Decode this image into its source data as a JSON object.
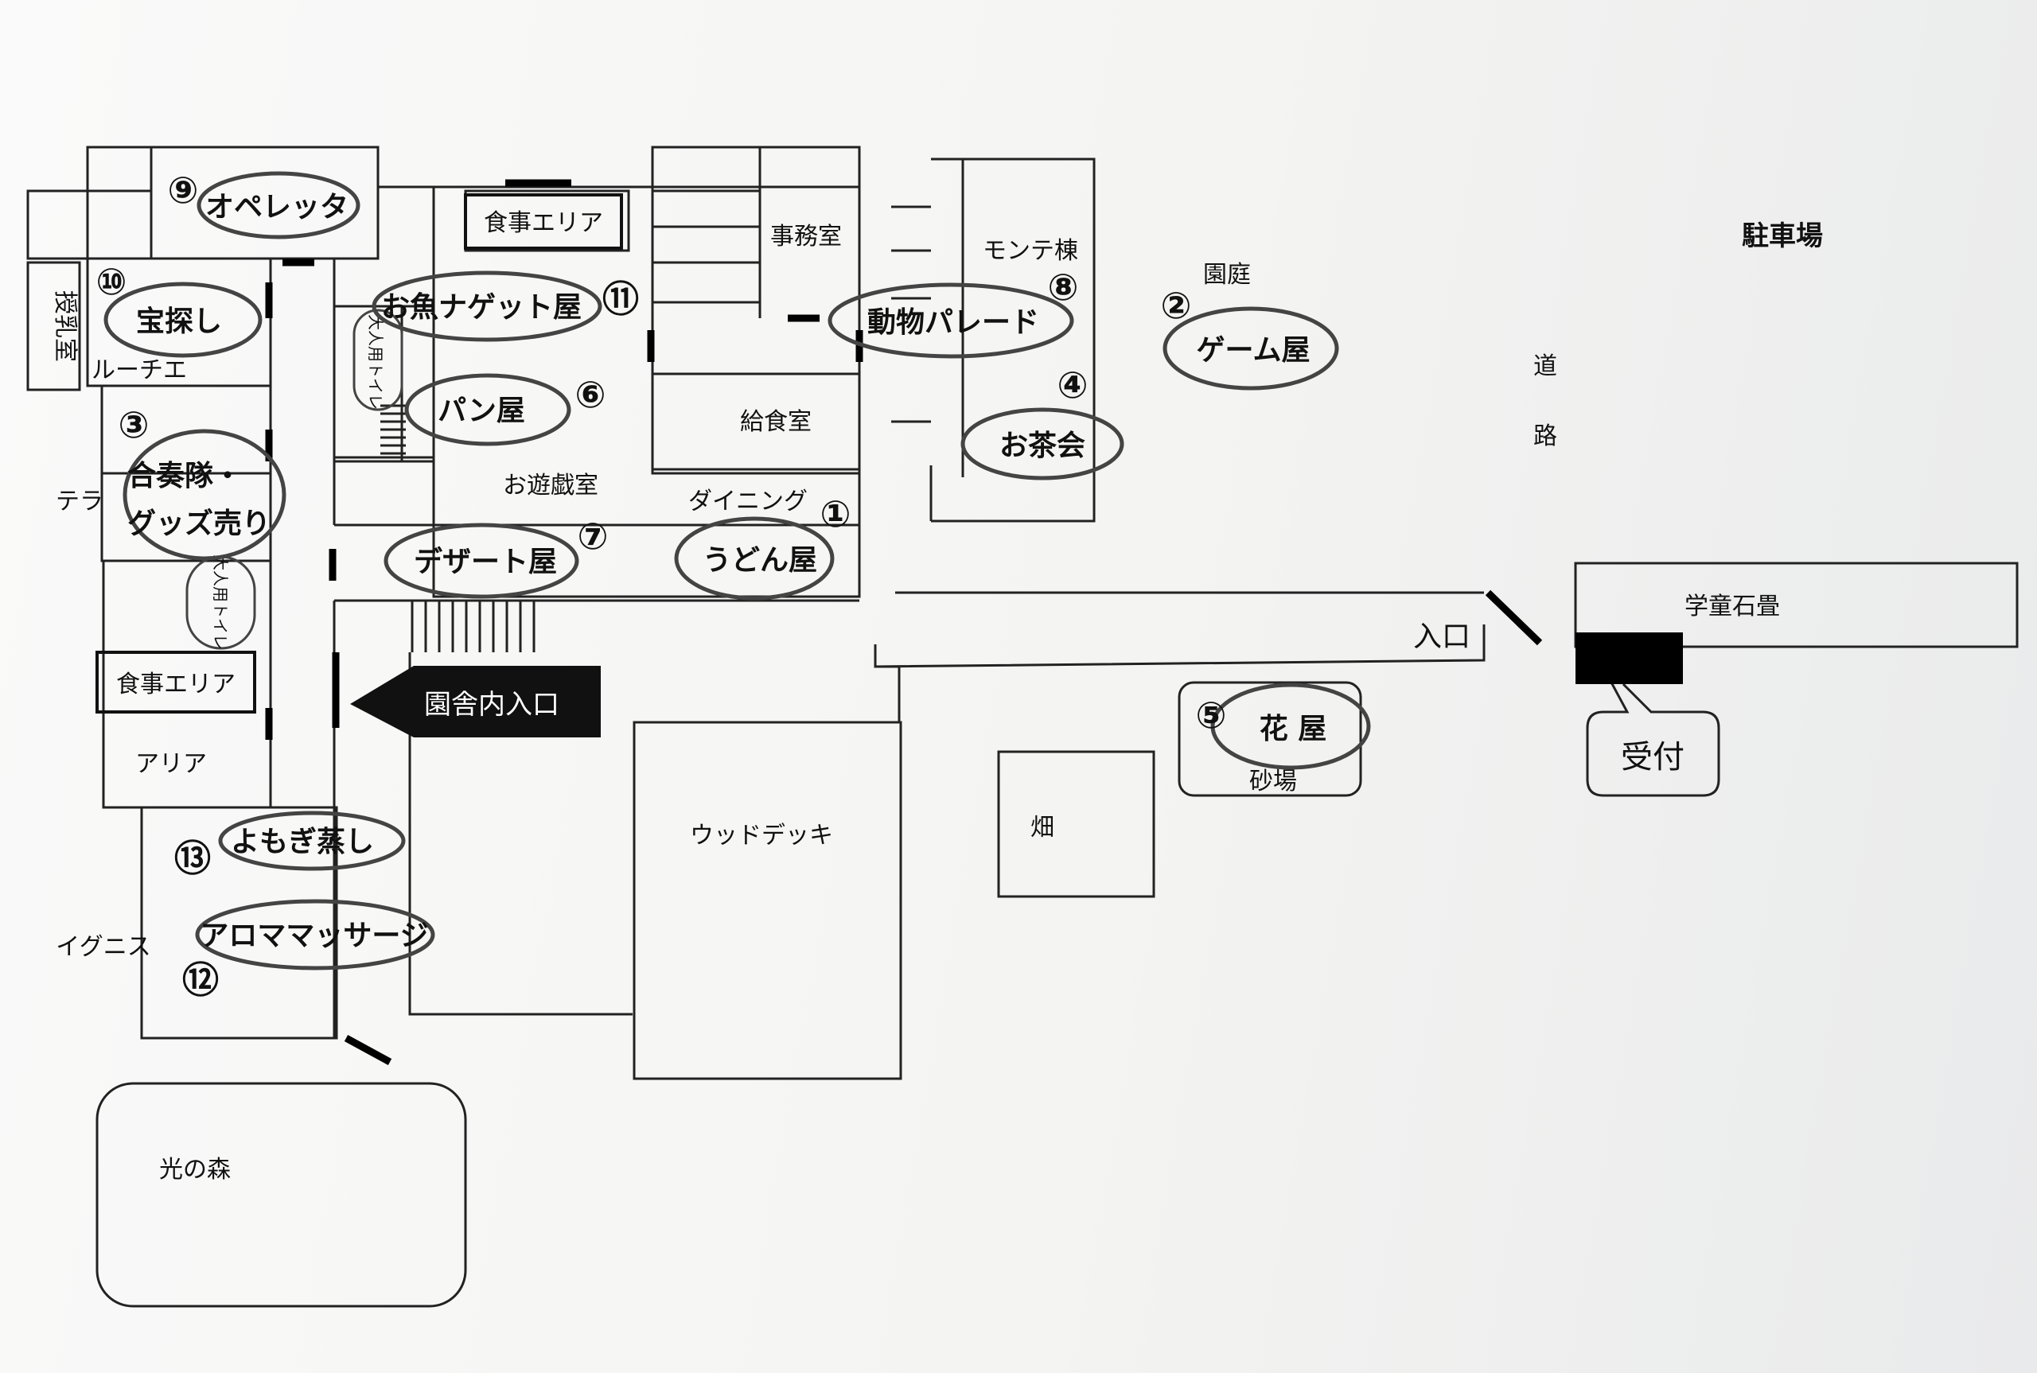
{
  "rooms": {
    "jimushitsu": "事務室",
    "kyushokushitsu": "給食室",
    "oyugishitsu": "お遊戯室",
    "dining": "ダイニング",
    "monte": "モンテ棟",
    "teien": "園庭",
    "chushajo": "駐車場",
    "road_1": "道",
    "road_2": "路",
    "gakudo": "学童石畳",
    "entrance": "入口",
    "reception": "受付",
    "sunaba": "砂場",
    "hatake": "畑",
    "wooddeck": "ウッドデッキ",
    "hikari": "光の森",
    "ignis": "イグニス",
    "aria": "アリア",
    "terra": "テラ",
    "luce": "ルーチエ",
    "junyu": "授乳室",
    "dining_area_1": "食事エリア",
    "dining_area_2": "食事エリア",
    "toilet_1": "大人用トイレ",
    "toilet_2": "大人用トイレ",
    "building_entrance": "園舎内入口"
  },
  "activities": [
    {
      "num": "①",
      "name": "うどん屋"
    },
    {
      "num": "②",
      "name": "ゲーム屋"
    },
    {
      "num": "③",
      "name": "合奏隊・グッズ売り",
      "line1": "合奏隊・",
      "line2": "グッズ売り"
    },
    {
      "num": "④",
      "name": "お茶会"
    },
    {
      "num": "⑤",
      "name": "花 屋"
    },
    {
      "num": "⑥",
      "name": "パン屋"
    },
    {
      "num": "⑦",
      "name": "デザート屋"
    },
    {
      "num": "⑧",
      "name": "動物パレード"
    },
    {
      "num": "⑨",
      "name": "オペレッタ"
    },
    {
      "num": "⑩",
      "name": "宝探し"
    },
    {
      "num": "⑪",
      "name": "お魚ナゲット屋"
    },
    {
      "num": "⑫",
      "name": "アロママッサージ"
    },
    {
      "num": "⑬",
      "name": "よもぎ蒸し"
    }
  ]
}
